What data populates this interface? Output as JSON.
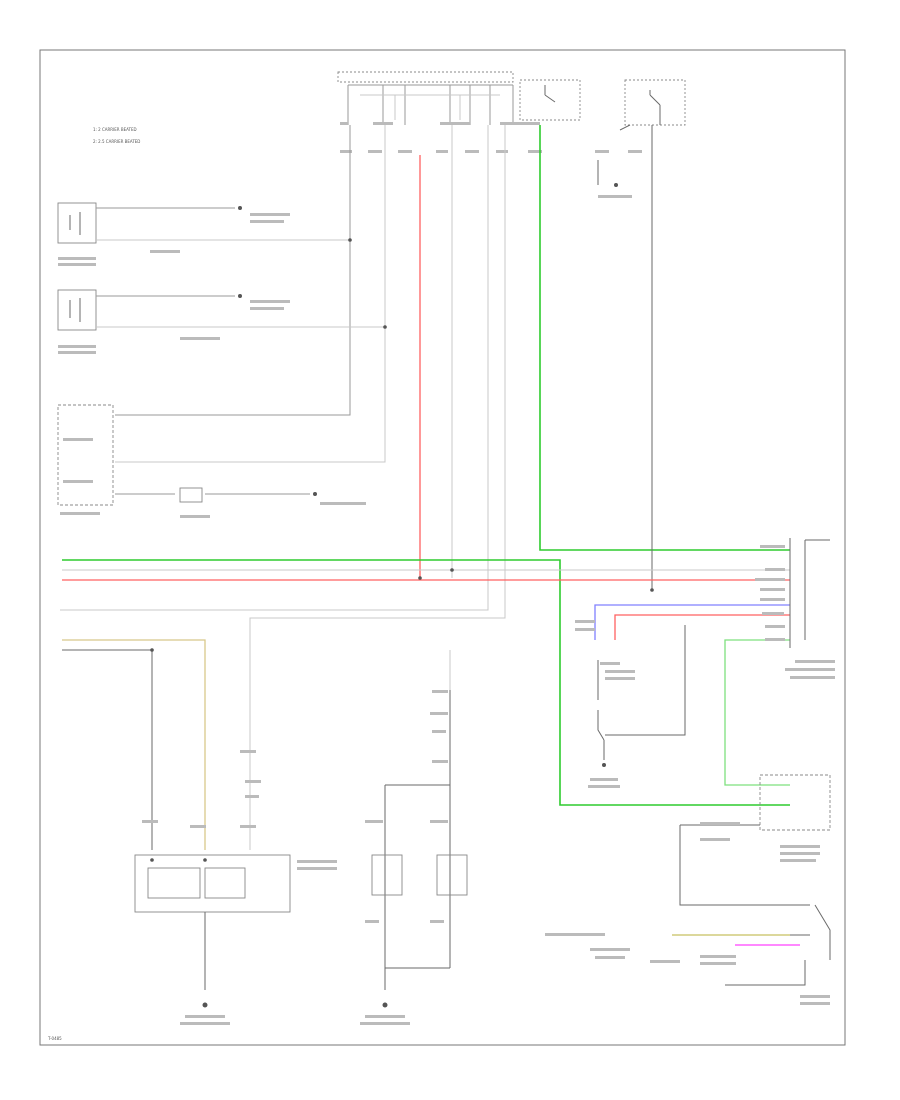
{
  "legend": {
    "line1": "1: 2 CARRIER BEATED",
    "line2": "2: 2.5 CARRIER BEATED"
  },
  "footer_code": "T-0485"
}
